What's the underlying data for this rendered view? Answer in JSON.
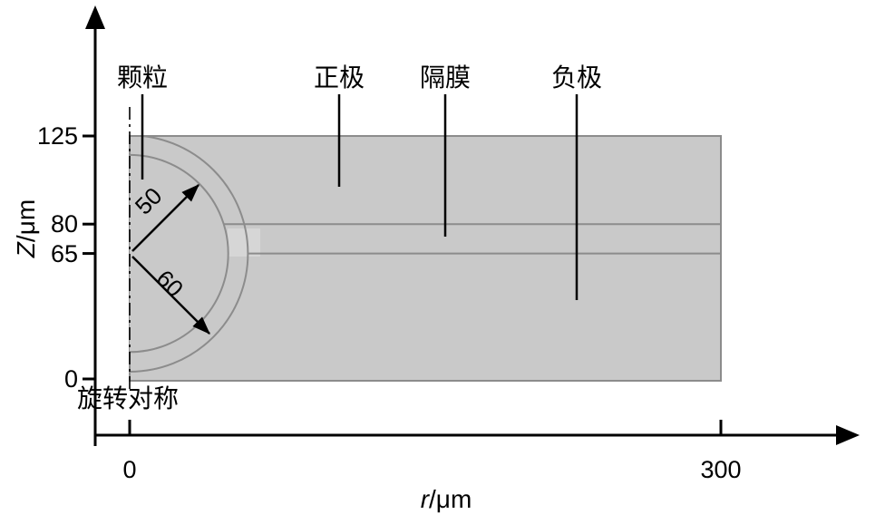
{
  "figure": {
    "y_axis": {
      "var": "Z",
      "unit": "/μm",
      "ticks": [
        {
          "value": 125,
          "label": "125"
        },
        {
          "value": 80,
          "label": "80"
        },
        {
          "value": 65,
          "label": "65"
        },
        {
          "value": 0,
          "label": "0"
        }
      ]
    },
    "x_axis": {
      "var": "r",
      "unit": "/μm",
      "ticks": [
        {
          "value": 0,
          "label": "0"
        },
        {
          "value": 300,
          "label": "300"
        }
      ]
    },
    "annotations": {
      "particle": "颗粒",
      "positive_electrode": "正极",
      "separator": "隔膜",
      "negative_electrode": "负极",
      "rotational_symmetry": "旋转对称",
      "inner_radius_label": "50",
      "outer_radius_label": "60"
    },
    "geometry": {
      "z_levels_um": [
        0,
        65,
        80,
        125
      ],
      "r_max_um": 300,
      "particle_center_z_um": 65,
      "particle_radii_um": [
        50,
        60
      ]
    },
    "colors": {
      "region_fill": "#c9c9c9",
      "region_stroke": "#8c8c8c",
      "highlight_fill": "#dadada",
      "line_color": "#000000"
    }
  }
}
